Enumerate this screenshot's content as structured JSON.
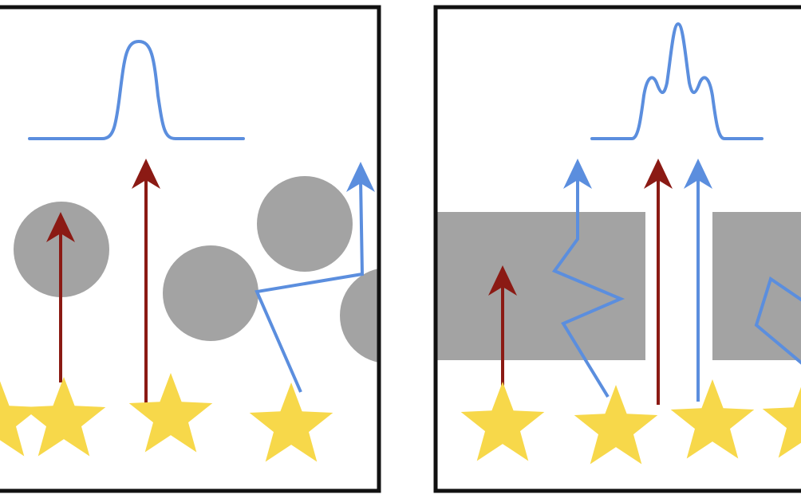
{
  "panels": [
    {
      "name": "left-panel",
      "profile": "single-peak",
      "obstacles": "circles",
      "rays": [
        "direct",
        "direct",
        "scattered"
      ]
    },
    {
      "name": "right-panel",
      "profile": "triple-peak",
      "obstacles": "slabs",
      "rays": [
        "direct",
        "scattered",
        "direct",
        "channeled",
        "scattered"
      ]
    }
  ],
  "colors": {
    "frame": "#111111",
    "obstacle": "#a3a3a3",
    "star": "#f7d84a",
    "direct_ray": "#8b1a14",
    "scattered_ray": "#5b8ede",
    "background": "#ffffff"
  },
  "icons": [
    "star-icon",
    "arrow-icon"
  ]
}
